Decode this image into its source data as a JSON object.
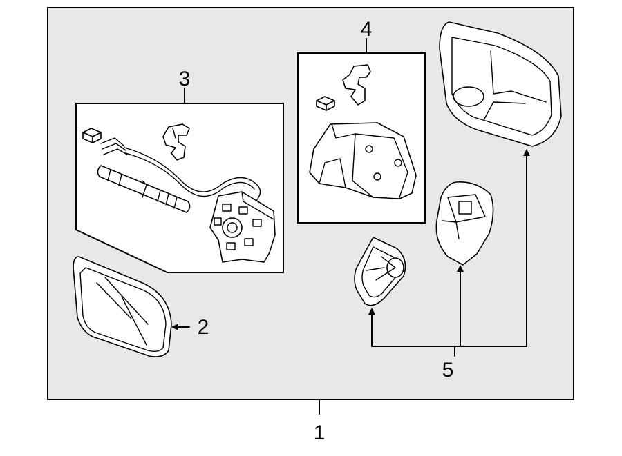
{
  "callouts": {
    "c1": "1",
    "c2": "2",
    "c3": "3",
    "c4": "4",
    "c5": "5"
  },
  "colors": {
    "frame_fill": "#e8e8e8",
    "line": "#000000",
    "part_fill": "#ffffff"
  }
}
